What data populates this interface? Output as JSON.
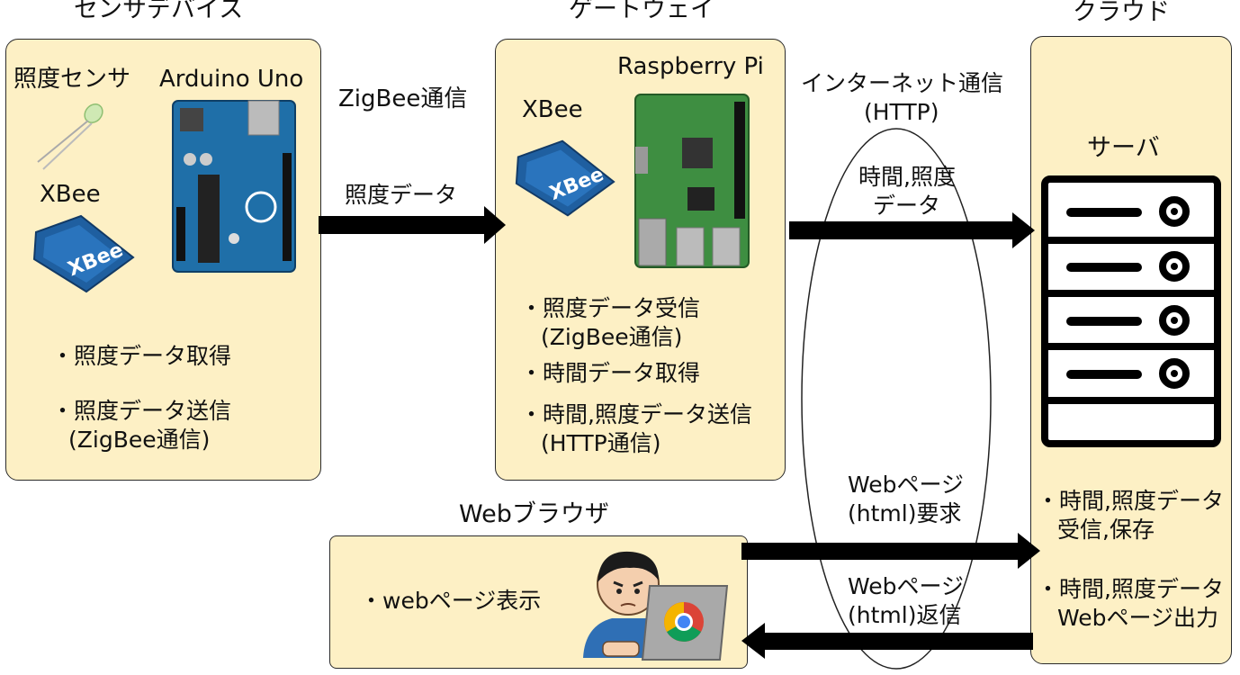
{
  "sensor": {
    "title": "センサデバイス",
    "light_sensor_label": "照度センサ",
    "arduino_label": "Arduino Uno",
    "xbee_label": "XBee",
    "bullets": [
      "・照度データ取得",
      "・照度データ送信",
      "(ZigBee通信)"
    ]
  },
  "link_zigbee": {
    "title": "ZigBee通信",
    "data_label": "照度データ"
  },
  "gateway": {
    "title": "ゲートウェイ",
    "rpi_label": "Raspberry Pi",
    "xbee_label": "XBee",
    "bullets": [
      "・照度データ受信",
      "(ZigBee通信)",
      "・時間データ取得",
      "・時間,照度データ送信",
      "(HTTP通信)"
    ]
  },
  "internet": {
    "title_line1": "インターネット通信",
    "title_line2": "(HTTP)",
    "upload_line1": "時間,照度",
    "upload_line2": "データ",
    "request_line1": "Webページ",
    "request_line2": "(html)要求",
    "reply_line1": "Webページ",
    "reply_line2": "(html)返信"
  },
  "cloud": {
    "title": "クラウド",
    "server_label": "サーバ",
    "bullets": [
      "・時間,照度データ",
      "受信,保存",
      "・時間,照度データ",
      "Webページ出力"
    ]
  },
  "browser": {
    "title": "Webブラウザ",
    "bullet": "・webページ表示"
  },
  "colors": {
    "panel_fill": "#fdf0c5",
    "arrow": "#000000",
    "board_blue": "#1f6fa8",
    "rpi_green": "#3e8e41"
  }
}
